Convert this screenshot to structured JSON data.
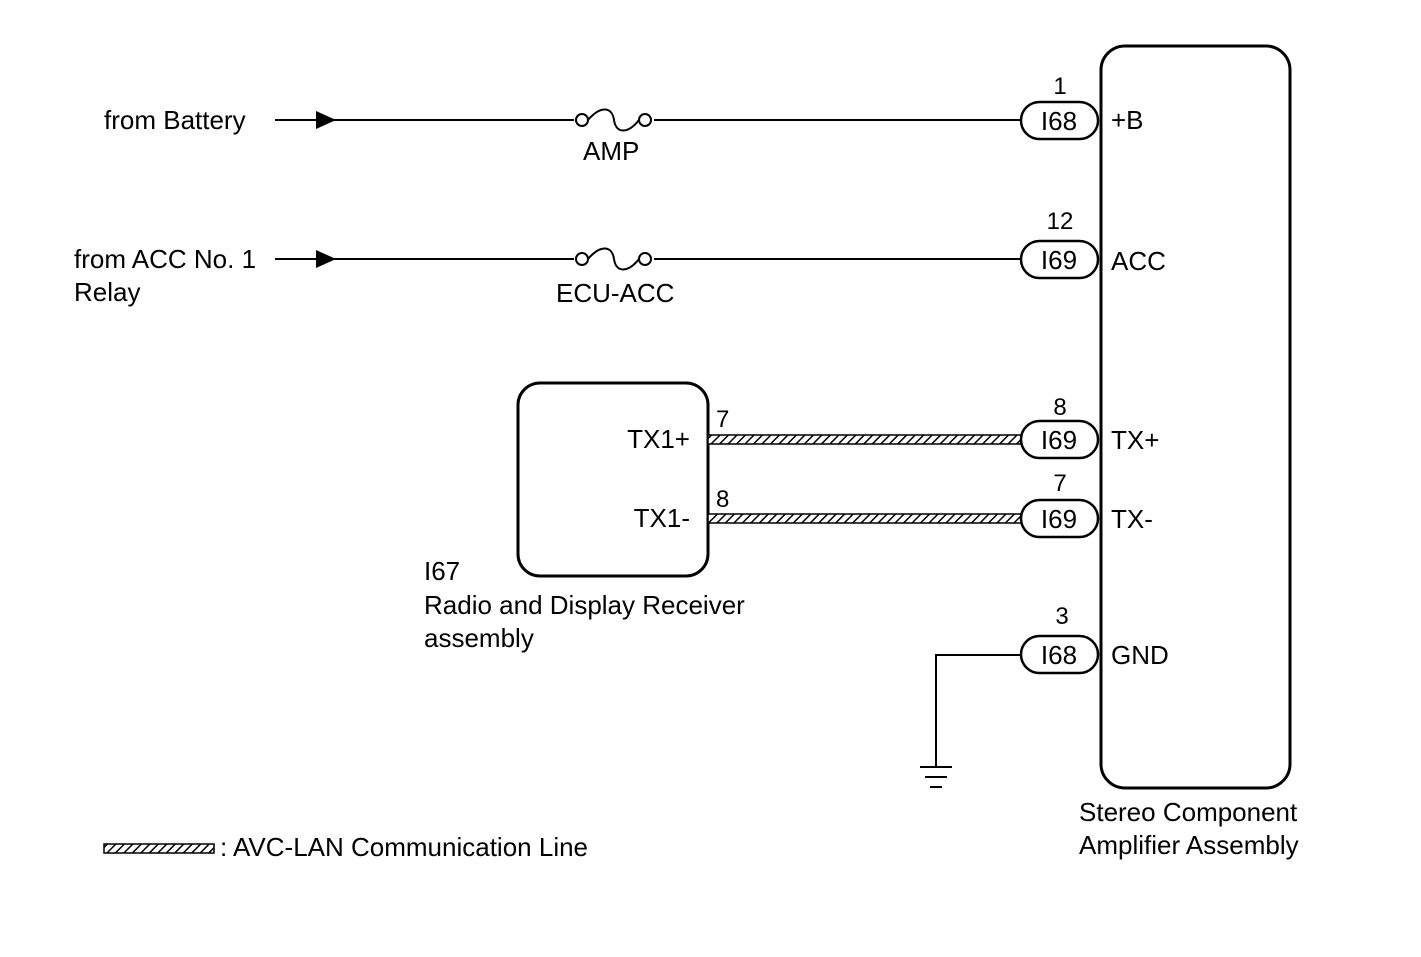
{
  "inputs": {
    "battery": {
      "label": "from Battery"
    },
    "acc_relay": {
      "label_line1": "from ACC No. 1",
      "label_line2": "Relay"
    }
  },
  "fuses": {
    "amp": {
      "label": "AMP"
    },
    "ecu_acc": {
      "label": "ECU-ACC"
    }
  },
  "amplifier": {
    "name_line1": "Stereo Component",
    "name_line2": "Amplifier Assembly",
    "pins": [
      {
        "number": "1",
        "connector": "I68",
        "terminal": "+B"
      },
      {
        "number": "12",
        "connector": "I69",
        "terminal": "ACC"
      },
      {
        "number": "8",
        "connector": "I69",
        "terminal": "TX+"
      },
      {
        "number": "7",
        "connector": "I69",
        "terminal": "TX-"
      },
      {
        "number": "3",
        "connector": "I68",
        "terminal": "GND"
      }
    ]
  },
  "receiver": {
    "id": "I67",
    "name_line1": "Radio and Display Receiver",
    "name_line2": "assembly",
    "pins": [
      {
        "number": "7",
        "terminal": "TX1+"
      },
      {
        "number": "8",
        "terminal": "TX1-"
      }
    ]
  },
  "legend": {
    "label": ": AVC-LAN Communication Line"
  }
}
